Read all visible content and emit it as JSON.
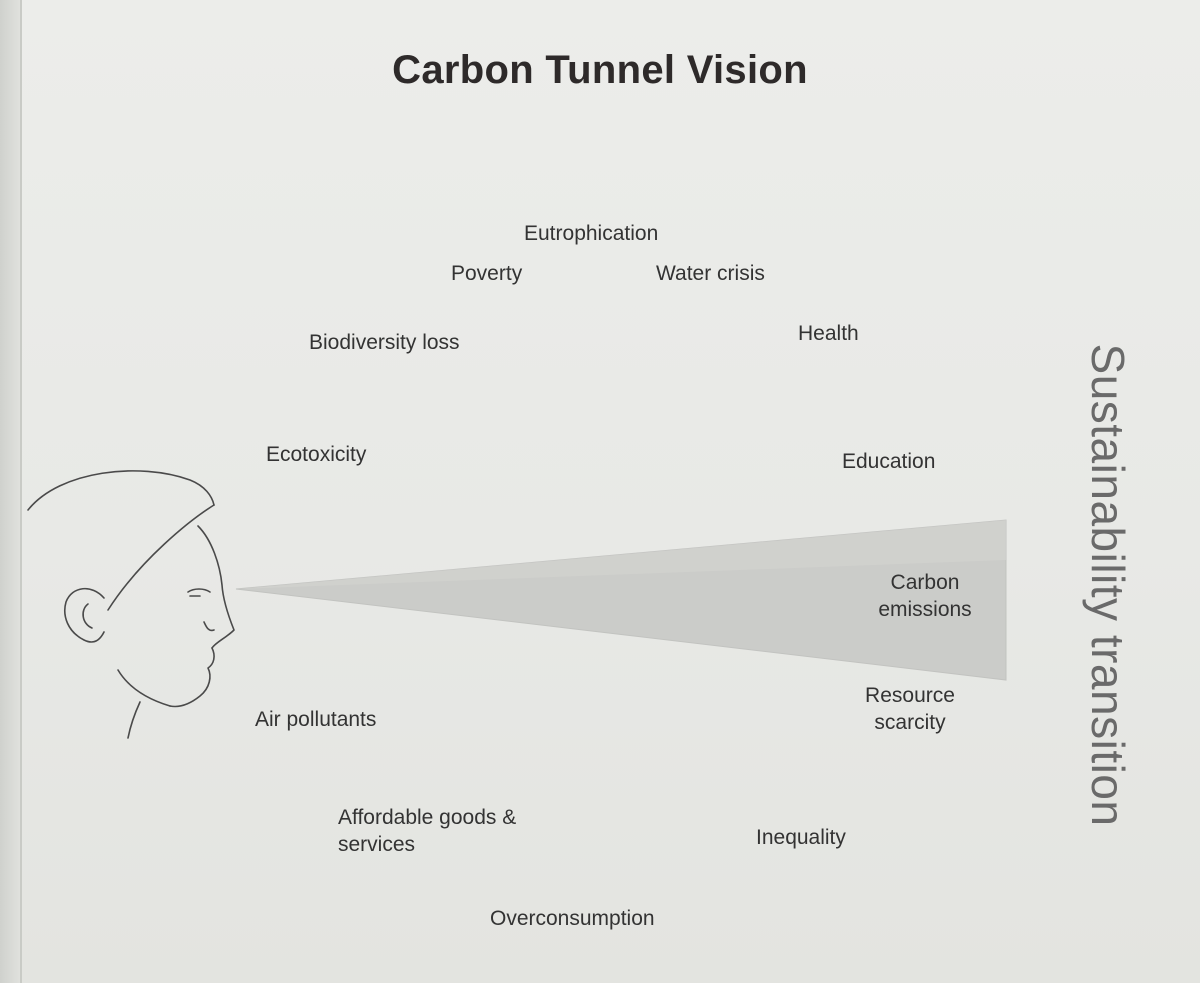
{
  "title": "Carbon Tunnel Vision",
  "side_label": "Sustainability transition",
  "focus_label": "Carbon emissions",
  "issues": [
    "Eutrophication",
    "Poverty",
    "Water crisis",
    "Biodiversity loss",
    "Health",
    "Ecotoxicity",
    "Education",
    "Resource scarcity",
    "Air pollutants",
    "Affordable goods & services",
    "Inequality",
    "Overconsumption"
  ],
  "colors": {
    "background": "#e9ebe7",
    "text": "#333333",
    "title": "#2e2a2a",
    "side_label": "#6a6a6a",
    "tunnel": "#c9cac7"
  },
  "icons": [
    "face-profile-icon"
  ]
}
